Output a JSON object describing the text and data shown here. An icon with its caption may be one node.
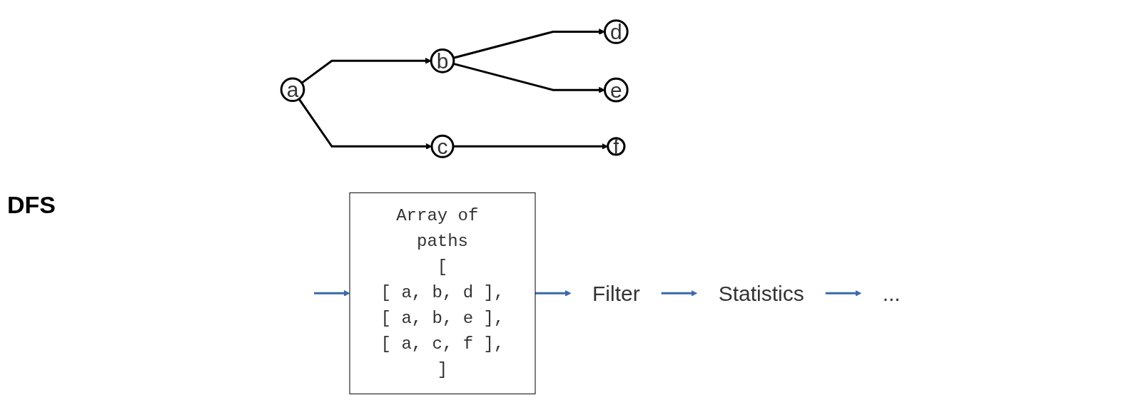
{
  "diagram": {
    "nodes": [
      {
        "text": [
          "a"
        ]
      },
      {
        "text": [
          "b"
        ]
      },
      {
        "text": [
          "c"
        ]
      },
      {
        "text": [
          "d"
        ]
      },
      {
        "text": [
          "e"
        ]
      },
      {
        "text": [
          "f"
        ]
      },
      {
        "text": [
          "Array of paths",
          "[",
          "[ a, b, d ],",
          "[ a, b, e ],",
          "[ a, c, f ],",
          "]"
        ]
      },
      {
        "text": [
          "Filter"
        ]
      },
      {
        "text": [
          "Statistics"
        ]
      },
      {
        "text": [
          "..."
        ]
      }
    ],
    "edges": [
      {
        "from": 0,
        "to": 1,
        "arrow": "to"
      },
      {
        "from": 0,
        "to": 2,
        "arrow": "to"
      },
      {
        "from": 1,
        "to": 3,
        "arrow": "to"
      },
      {
        "from": 1,
        "to": 4,
        "arrow": "to"
      },
      {
        "from": 2,
        "to": 5,
        "arrow": "to"
      },
      {
        "from": null,
        "to": 6,
        "arrow": "to",
        "color": "#3b6aa9"
      },
      {
        "from": 6,
        "to": 7,
        "arrow": "to",
        "color": "#3b6aa9"
      },
      {
        "from": 7,
        "to": 8,
        "arrow": "to",
        "color": "#3b6aa9"
      },
      {
        "from": 8,
        "to": 9,
        "arrow": "to",
        "color": "#3b6aa9"
      }
    ],
    "labels": [
      "DFS"
    ]
  }
}
